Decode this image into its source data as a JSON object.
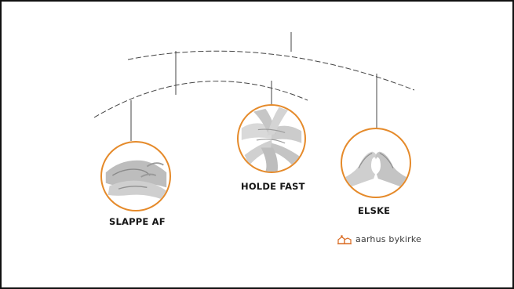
{
  "items": [
    {
      "caption": "SLAPPE AF",
      "icon": "relaxed-hands-icon"
    },
    {
      "caption": "HOLDE FAST",
      "icon": "stacked-hands-icon"
    },
    {
      "caption": "ELSKE",
      "icon": "heart-hands-icon"
    }
  ],
  "logo": {
    "text": "aarhus bykirke",
    "icon": "church-icon"
  },
  "colors": {
    "accent": "#e58a2a",
    "text": "#151515",
    "line": "#444444"
  }
}
